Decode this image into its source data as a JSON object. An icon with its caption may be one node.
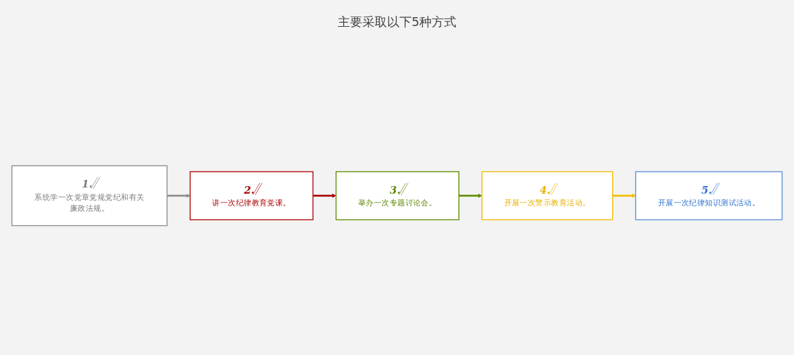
{
  "diagram": {
    "title": "主要采取以下5种方式",
    "nodes": [
      {
        "text": [
          "1.",
          "系统学一次党章党规党纪和有关廉政法规。"
        ]
      },
      {
        "text": [
          "2.",
          "讲一次纪律教育党课。"
        ]
      },
      {
        "text": [
          "3.",
          "举办一次专题讨论会。"
        ]
      },
      {
        "text": [
          "4.",
          "开展一次警示教育活动。"
        ]
      },
      {
        "text": [
          "5.",
          "开展一次纪律知识测试活动。"
        ]
      }
    ],
    "edges": [
      {
        "from": 0,
        "to": 1,
        "arrow": "to",
        "color": "#8c8c8c"
      },
      {
        "from": 1,
        "to": 2,
        "arrow": "to",
        "color": "#a80000"
      },
      {
        "from": 2,
        "to": 3,
        "arrow": "to",
        "color": "#5f8c00"
      },
      {
        "from": 3,
        "to": 4,
        "arrow": "to",
        "color": "#f2bb00"
      }
    ]
  }
}
